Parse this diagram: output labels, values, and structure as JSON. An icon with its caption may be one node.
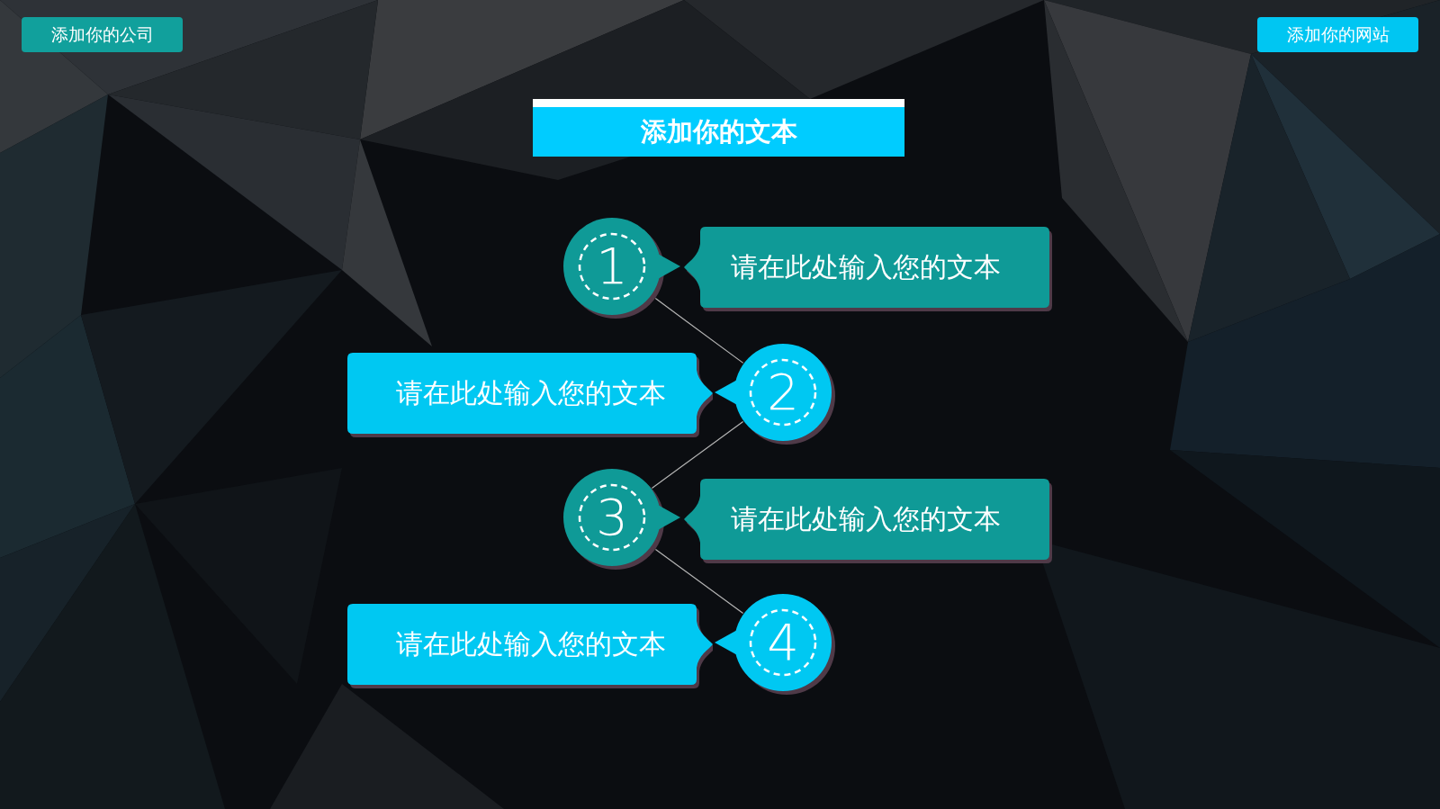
{
  "diagram": {
    "title": "添加你的文本",
    "nodes": [
      {
        "text": [
          "添加你的公司"
        ]
      },
      {
        "text": [
          "添加你的网站"
        ]
      },
      {
        "text": [
          "1"
        ]
      },
      {
        "text": [
          "请在此处输入您的文本"
        ]
      },
      {
        "text": [
          "请在此处输入您的文本"
        ]
      },
      {
        "text": [
          "2"
        ]
      },
      {
        "text": [
          "3"
        ]
      },
      {
        "text": [
          "请在此处输入您的文本"
        ]
      },
      {
        "text": [
          "请在此处输入您的文本"
        ]
      },
      {
        "text": [
          "4"
        ]
      }
    ],
    "edges": [
      {
        "from": 2,
        "to": 5,
        "arrow": "none"
      },
      {
        "from": 5,
        "to": 6,
        "arrow": "none"
      },
      {
        "from": 6,
        "to": 9,
        "arrow": "none"
      }
    ]
  }
}
